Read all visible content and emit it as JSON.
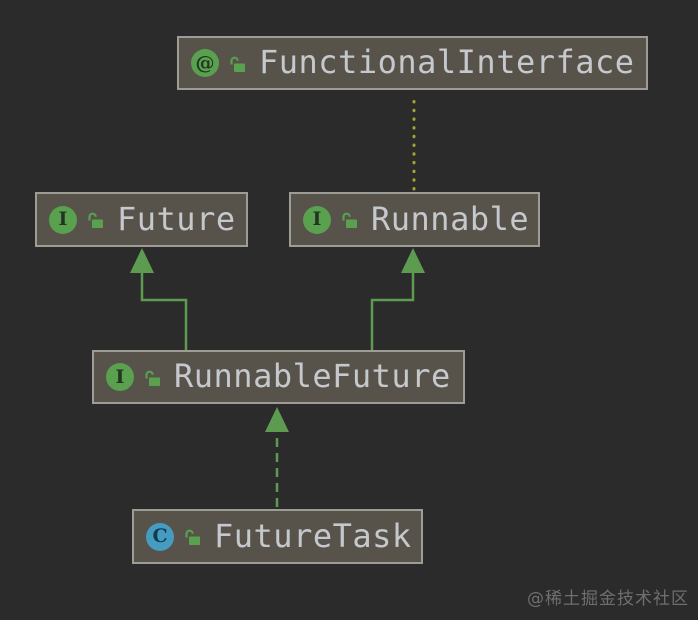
{
  "diagram": {
    "nodes": [
      {
        "id": "FunctionalInterface",
        "label": "FunctionalInterface",
        "kind": "annotation",
        "icon_glyph": "@",
        "visibility": "public"
      },
      {
        "id": "Future",
        "label": "Future",
        "kind": "interface",
        "icon_glyph": "I",
        "visibility": "public"
      },
      {
        "id": "Runnable",
        "label": "Runnable",
        "kind": "interface",
        "icon_glyph": "I",
        "visibility": "public"
      },
      {
        "id": "RunnableFuture",
        "label": "RunnableFuture",
        "kind": "interface",
        "icon_glyph": "I",
        "visibility": "public"
      },
      {
        "id": "FutureTask",
        "label": "FutureTask",
        "kind": "class",
        "icon_glyph": "C",
        "visibility": "public"
      }
    ],
    "edges": [
      {
        "from": "RunnableFuture",
        "to": "Future",
        "type": "extends",
        "style": "solid"
      },
      {
        "from": "RunnableFuture",
        "to": "Runnable",
        "type": "extends",
        "style": "solid"
      },
      {
        "from": "FutureTask",
        "to": "RunnableFuture",
        "type": "implements",
        "style": "dashed"
      },
      {
        "from": "Runnable",
        "to": "FunctionalInterface",
        "type": "annotated-by",
        "style": "dotted"
      }
    ]
  },
  "colors": {
    "background": "#2b2b2b",
    "node_fill": "#57534a",
    "node_border": "#9d9d96",
    "node_text": "#c5c8cc",
    "interface_icon": "#59a14e",
    "annotation_icon": "#59a14e",
    "class_icon": "#459cc0",
    "lock_icon": "#59a14e",
    "edge_green": "#5d9b51",
    "edge_dotted": "#a2a438",
    "watermark": "#6f6f6f"
  },
  "watermark": {
    "text": "@稀土掘金技术社区"
  }
}
